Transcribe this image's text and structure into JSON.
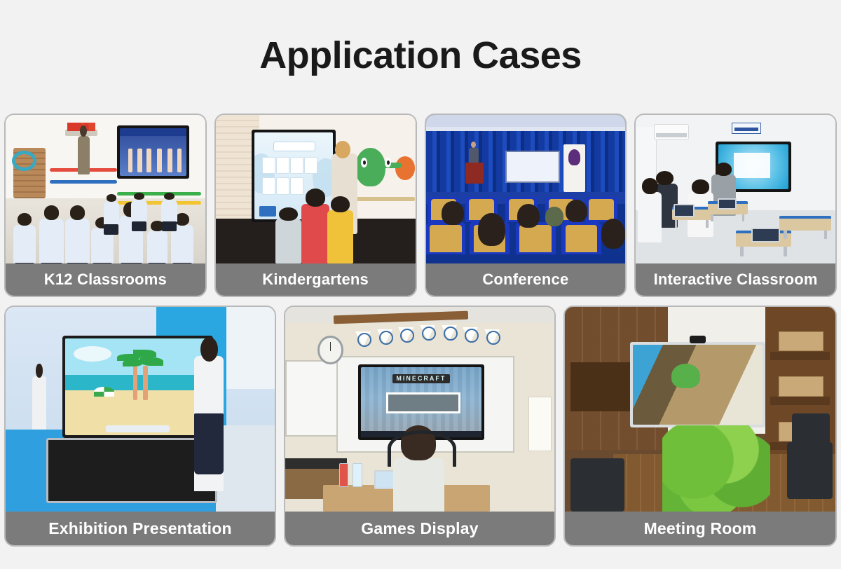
{
  "page": {
    "title": "Application Cases",
    "background_color": "#f2f2f2",
    "caption_bar_color": "#7b7b7b",
    "caption_text_color": "#ffffff",
    "card_border_color": "#b9b9b9"
  },
  "rows": [
    {
      "cards": [
        {
          "caption": "K12 Classrooms",
          "photo_name": "k12-classroom-photo"
        },
        {
          "caption": "Kindergartens",
          "photo_name": "kindergarten-photo"
        },
        {
          "caption": "Conference",
          "photo_name": "conference-photo"
        },
        {
          "caption": "Interactive Classroom",
          "photo_name": "interactive-classroom-photo"
        }
      ]
    },
    {
      "cards": [
        {
          "caption": "Exhibition Presentation",
          "photo_name": "exhibition-presentation-photo"
        },
        {
          "caption": "Games Display",
          "photo_name": "games-display-photo"
        },
        {
          "caption": "Meeting Room",
          "photo_name": "meeting-room-photo"
        }
      ]
    }
  ],
  "scene_text": {
    "minecraft_logo": "MINECRAFT"
  }
}
